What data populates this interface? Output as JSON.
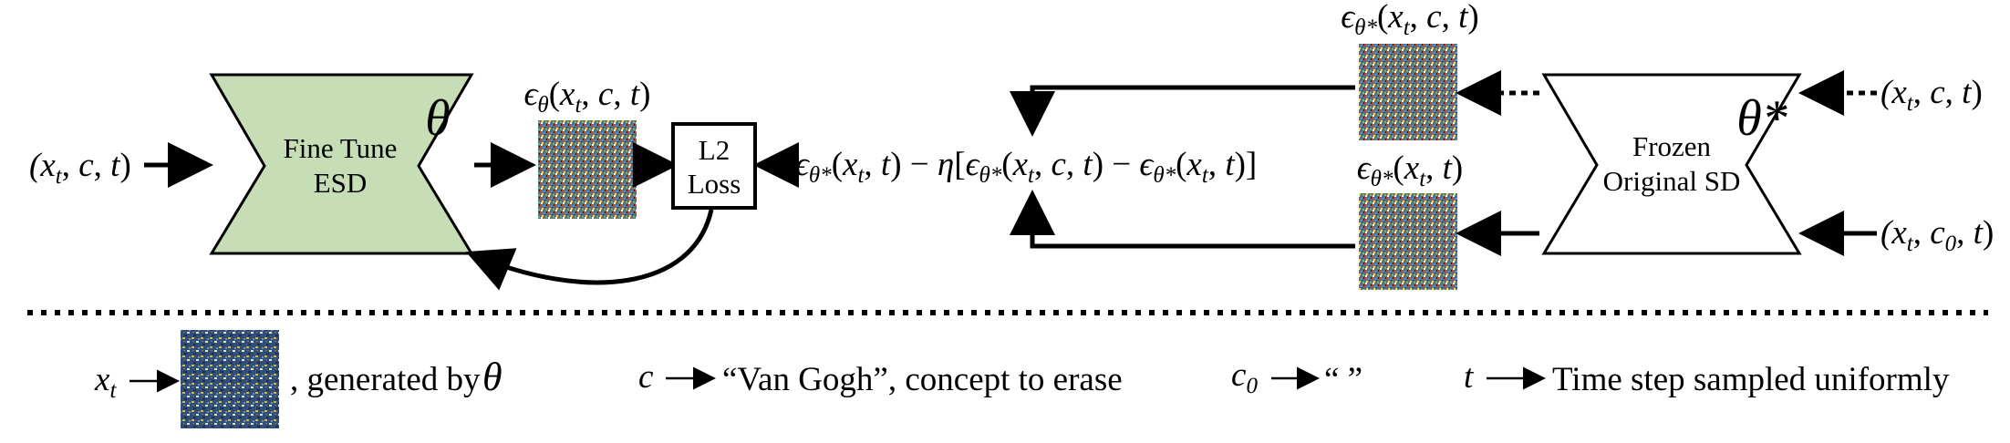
{
  "finetune": {
    "line1": "Fine Tune",
    "line2": "ESD",
    "param": "θ"
  },
  "loss": {
    "line1": "L2",
    "line2": "Loss"
  },
  "frozen": {
    "line1": "Frozen",
    "line2": "Original SD",
    "param": "θ*"
  },
  "inputs": {
    "ft_input": "(x_t, c, t)",
    "frozen_top_input": "(x_t, c, t)",
    "frozen_bottom_input": "(x_t, c_0, t)"
  },
  "outputs": {
    "ft_noise": "ε_θ(x_t, c, t)",
    "frozen_cond_noise": "ε_θ*(x_t, c, t)",
    "frozen_uncond_noise": "ε_θ*(x_t, t)"
  },
  "target_expression": "ε_θ*(x_t, t) − η[ε_θ*(x_t, c, t) − ε_θ*(x_t, t)]",
  "legend": {
    "xt_symbol": "x_t",
    "xt_text": ", generated by",
    "xt_param": "θ",
    "c_symbol": "c",
    "c_text": "“Van Gogh”, concept to erase",
    "c0_symbol": "c_0",
    "c0_text": "“ ”",
    "t_symbol": "t",
    "t_text": "Time step sampled uniformly"
  },
  "colors": {
    "finetune_fill": "#c6ddb5",
    "stroke": "#000000",
    "background": "#ffffff"
  }
}
